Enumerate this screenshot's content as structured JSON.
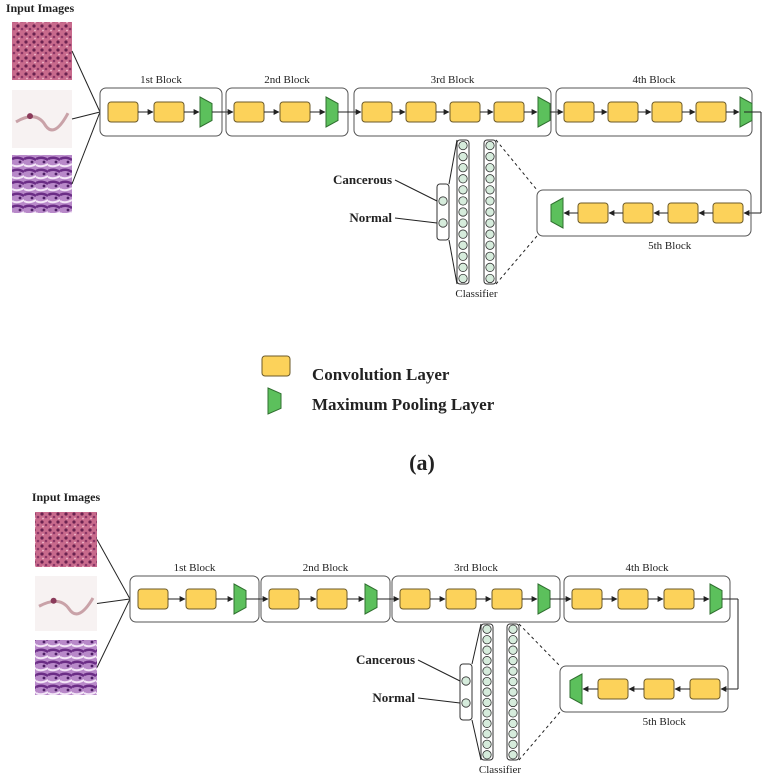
{
  "colors": {
    "conv_fill": "#fcd25a",
    "conv_stroke": "#6b5a2a",
    "pool_fill": "#5cc05c",
    "pool_stroke": "#2f6f2f",
    "neuron_fill": "#d6ecdc",
    "block_stroke": "#555555"
  },
  "icons": {
    "tissue": [
      "tissue-image-purple-dense",
      "tissue-image-pale-sparse",
      "tissue-image-purple-stroma"
    ]
  },
  "diagram_a": {
    "input_title": "Input Images",
    "block_labels": [
      "1st Block",
      "2nd Block",
      "3rd Block",
      "4th Block",
      "5th Block"
    ],
    "output_labels": [
      "Cancerous",
      "Normal"
    ],
    "classifier_label": "Classifier",
    "caption": "(a)"
  },
  "diagram_b": {
    "input_title": "Input Images",
    "block_labels": [
      "1st Block",
      "2nd Block",
      "3rd Block",
      "4th Block",
      "5th Block"
    ],
    "output_labels": [
      "Cancerous",
      "Normal"
    ],
    "classifier_label": "Classifier"
  },
  "legend": {
    "conv_label": "Convolution Layer",
    "pool_label": "Maximum Pooling Layer"
  }
}
